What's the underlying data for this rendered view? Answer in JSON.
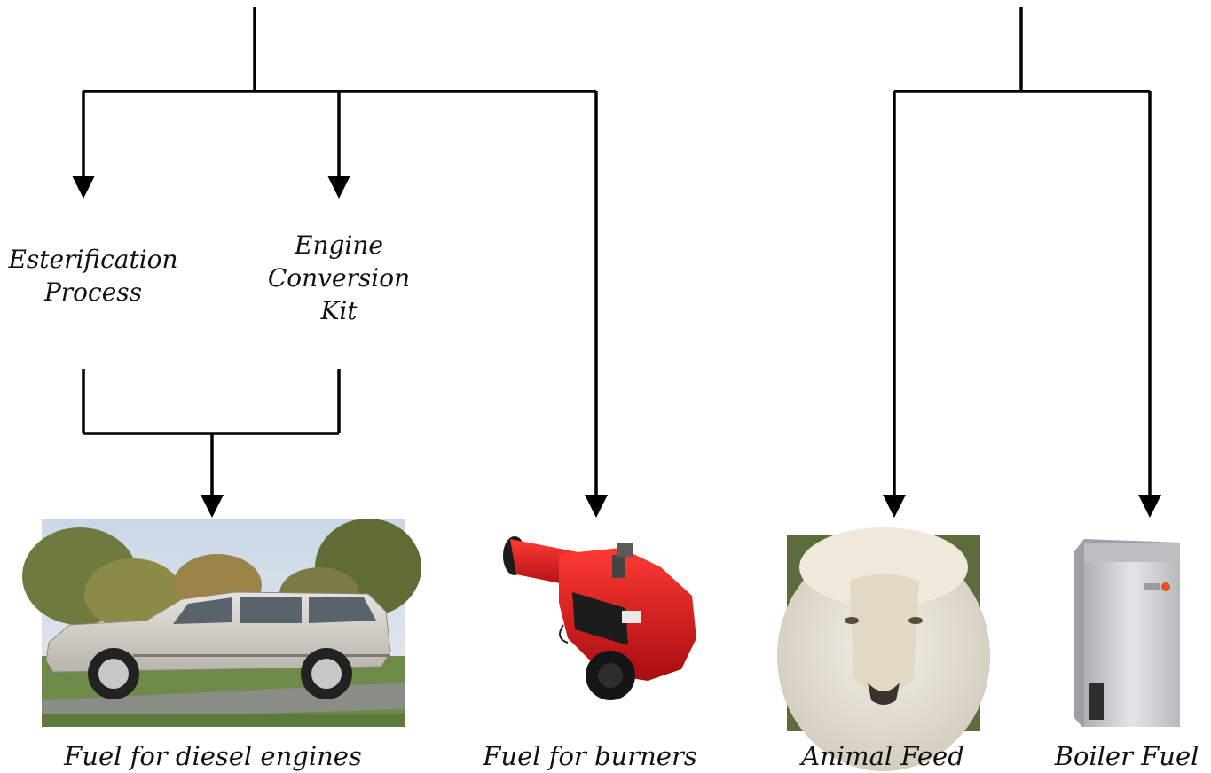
{
  "process_labels": {
    "esterification": [
      "Esterification",
      "Process"
    ],
    "engine_kit": [
      "Engine",
      "Conversion",
      "Kit"
    ]
  },
  "outputs": [
    {
      "caption": "Fuel for diesel engines",
      "picture": "car-photo"
    },
    {
      "caption": "Fuel for burners",
      "picture": "burner-photo"
    },
    {
      "caption": "Animal Feed",
      "picture": "sheep-photo"
    },
    {
      "caption": "Boiler Fuel",
      "picture": "boiler-photo"
    }
  ],
  "colors": {
    "line": "#000000",
    "car_body": "#d9d6cf",
    "burner": "#d8161b",
    "sheep_wool": "#e6e0d3",
    "boiler": "#c8c9cc",
    "boiler_logo": "#e2551e"
  }
}
